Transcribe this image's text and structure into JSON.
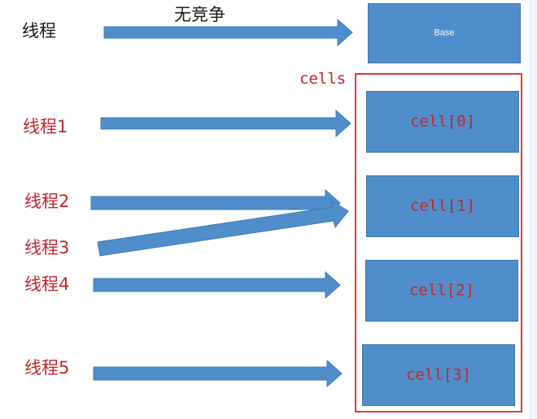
{
  "top": {
    "thread_label": "线程",
    "no_contention_label": "无竞争",
    "base_label": "Base"
  },
  "cells_label": "cells",
  "threads": [
    {
      "label": "线程1"
    },
    {
      "label": "线程2"
    },
    {
      "label": "线程3"
    },
    {
      "label": "线程4"
    },
    {
      "label": "线程5"
    }
  ],
  "cells": [
    {
      "label": "cell[0]"
    },
    {
      "label": "cell[1]"
    },
    {
      "label": "cell[2]"
    },
    {
      "label": "cell[3]"
    }
  ],
  "colors": {
    "box_fill": "#4f8ecb",
    "arrow_fill": "#4f8ecb",
    "frame": "#e03a3a",
    "red_text": "#c1272d"
  }
}
